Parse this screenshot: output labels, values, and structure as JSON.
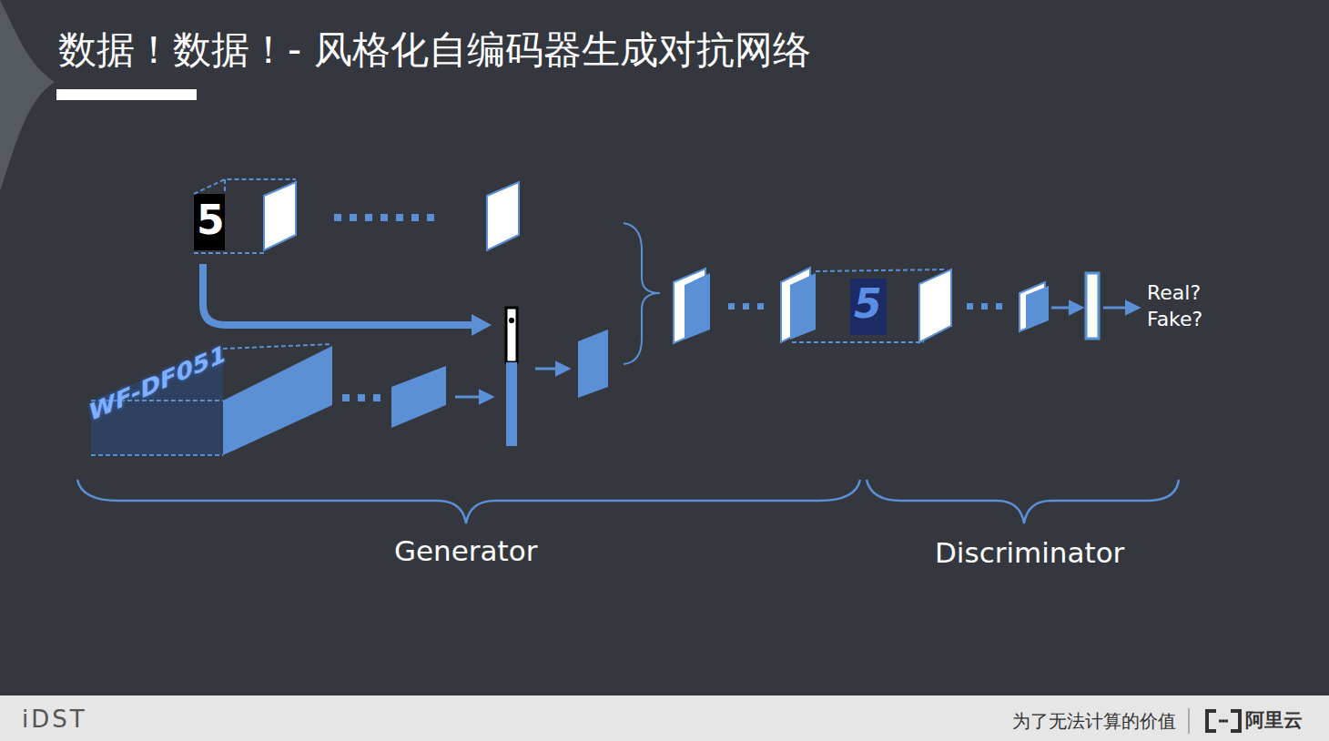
{
  "diagram": {
    "title": "数据！数据！- 风格化自编码器生成对抗网络",
    "labels": [
      "5",
      "WF-DF051",
      "5",
      "Real?",
      "Fake?",
      "Generator",
      "Discriminator",
      "iDST",
      "为了无法计算的价值",
      "阿里云"
    ]
  }
}
